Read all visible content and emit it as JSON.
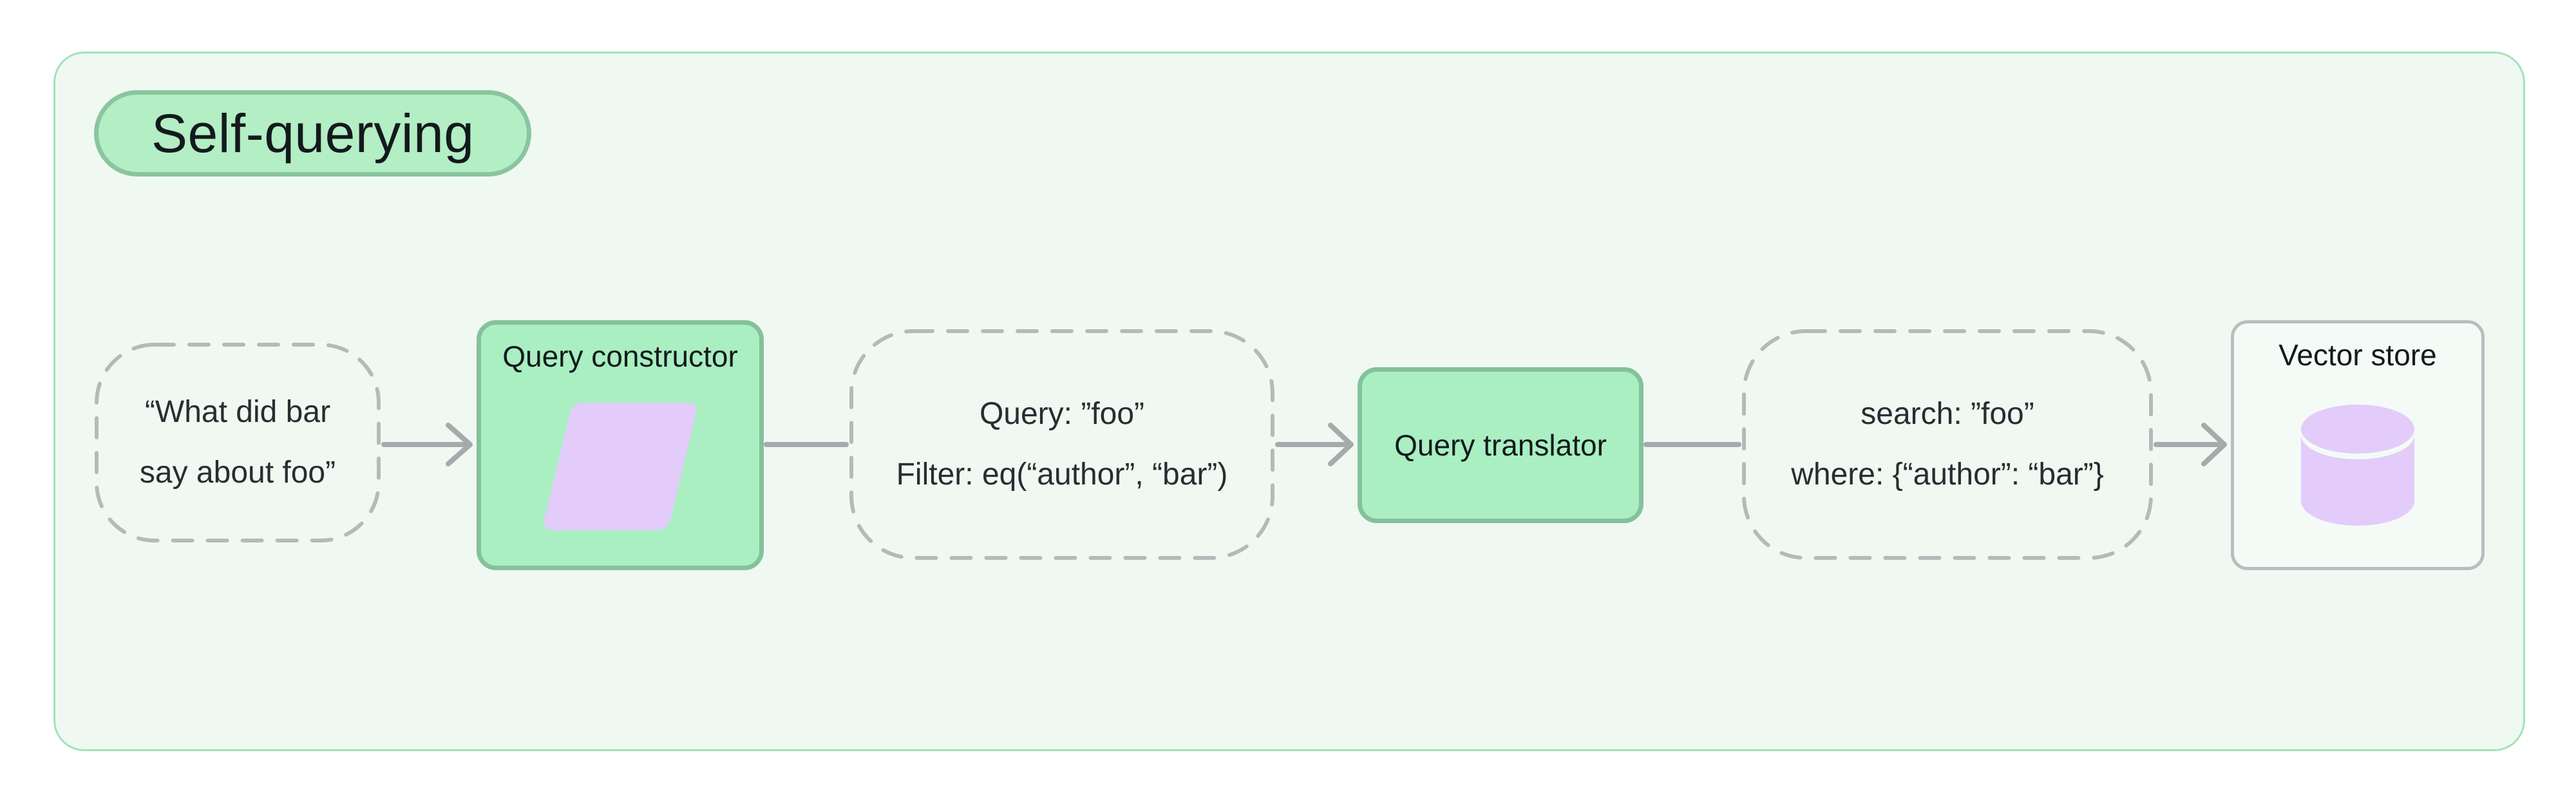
{
  "header": {
    "badge_label": "Self-querying"
  },
  "colors": {
    "page_bg": "#ffffff",
    "panel_bg": "#eff9f2",
    "panel_border": "#a2e3b8",
    "badge_bg": "#b3eec4",
    "badge_border": "#8bc4a0",
    "node_green_bg": "#a9efc2",
    "node_green_border": "#85c19a",
    "node_outline_bg": "#f4fbf6",
    "node_outline_border": "#b8bec0",
    "dashed_border": "#b6b9ba",
    "connector": "#a7aaac",
    "shape_purple": "#e3ccfa",
    "text_dark": "#14191d",
    "text_muted": "#272d31"
  },
  "diagram": {
    "nodes": {
      "input": {
        "type": "dashed",
        "line1": "“What did bar",
        "line2": "say about foo”"
      },
      "query_constructor": {
        "type": "solid-green",
        "label": "Query constructor",
        "icon": "parallelogram-icon"
      },
      "structured_query": {
        "type": "dashed",
        "line1": "Query: ”foo”",
        "line2": "Filter: eq(“author”, “bar”)"
      },
      "query_translator": {
        "type": "solid-green",
        "label": "Query translator"
      },
      "translated_query": {
        "type": "dashed",
        "line1": "search: ”foo”",
        "line2": "where: {“author”: “bar”}"
      },
      "vector_store": {
        "type": "outlined",
        "label": "Vector store",
        "icon": "database-icon"
      }
    },
    "edges": [
      {
        "from": "input",
        "to": "query_constructor",
        "style": "arrow"
      },
      {
        "from": "query_constructor",
        "to": "structured_query",
        "style": "line"
      },
      {
        "from": "structured_query",
        "to": "query_translator",
        "style": "arrow"
      },
      {
        "from": "query_translator",
        "to": "translated_query",
        "style": "line"
      },
      {
        "from": "translated_query",
        "to": "vector_store",
        "style": "arrow"
      }
    ]
  }
}
